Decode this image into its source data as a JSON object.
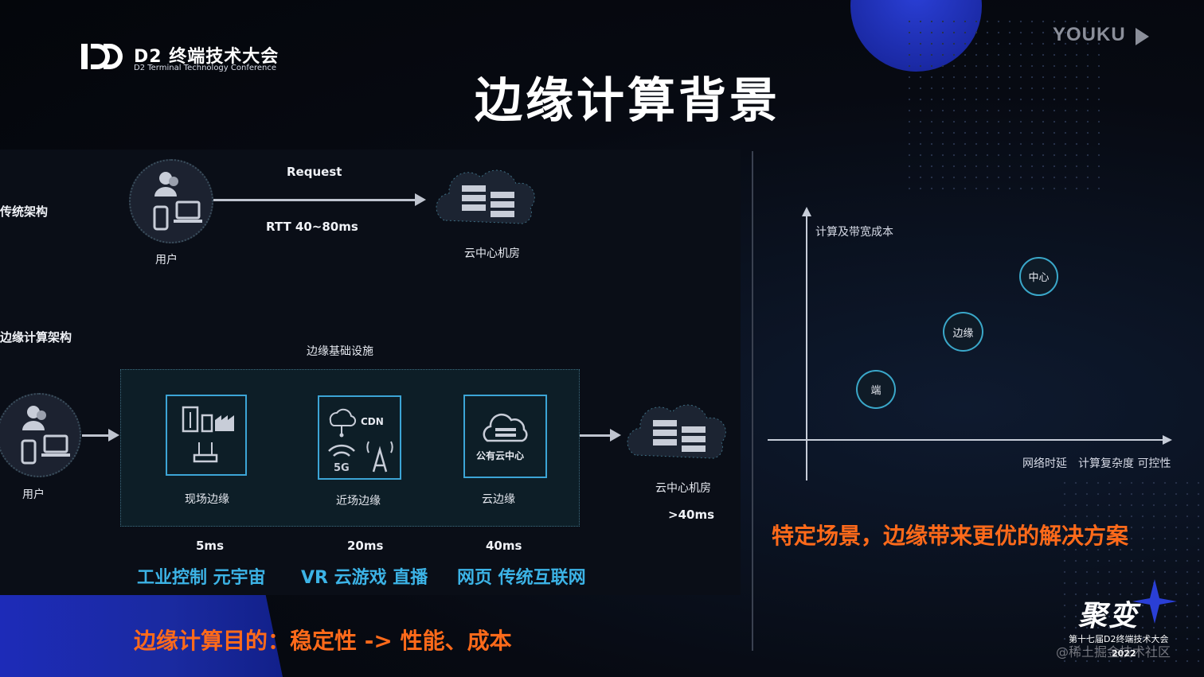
{
  "header": {
    "logo_title": "D2 终端技术大会",
    "logo_subtitle": "D2 Terminal Technology Conference",
    "youku_text": "YOUKU",
    "slide_title": "边缘计算背景"
  },
  "traditional": {
    "section_label": "传统架构",
    "user_label": "用户",
    "request_label": "Request",
    "rtt_label": "RTT 40~80ms",
    "datacenter_label": "云中心机房"
  },
  "edge": {
    "section_label": "边缘计算架构",
    "user_label": "用户",
    "infra_label": "边缘基础设施",
    "tiles": [
      {
        "label": "现场边缘",
        "latency": "5ms",
        "scenario": "工业控制 元宇宙"
      },
      {
        "label": "近场边缘",
        "latency": "20ms",
        "scenario": "VR 云游戏 直播",
        "inner_text": "CDN",
        "inner_text2": "5G"
      },
      {
        "label": "云边缘",
        "latency": "40ms",
        "scenario": "网页 传统互联网",
        "inner_text": "公有云中心"
      }
    ],
    "datacenter_label": "云中心机房",
    "datacenter_latency": ">40ms",
    "purpose": "边缘计算目的：稳定性 -> 性能、成本"
  },
  "right": {
    "y_axis_label": "计算及带宽成本",
    "x_axis_label": "网络时延　计算复杂度 可控性",
    "nodes": {
      "center": "中心",
      "edge": "边缘",
      "device": "端"
    },
    "conclusion": "特定场景，边缘带来更优的解决方案"
  },
  "footer": {
    "event_brand": "聚变",
    "event_line": "第十七届D2终端技术大会",
    "event_year": "2022",
    "watermark": "@稀土掘金技术社区"
  },
  "colors": {
    "accent_orange": "#ff6a1a",
    "accent_blue": "#3cb3e6",
    "tile_border": "#3ca5d6"
  }
}
